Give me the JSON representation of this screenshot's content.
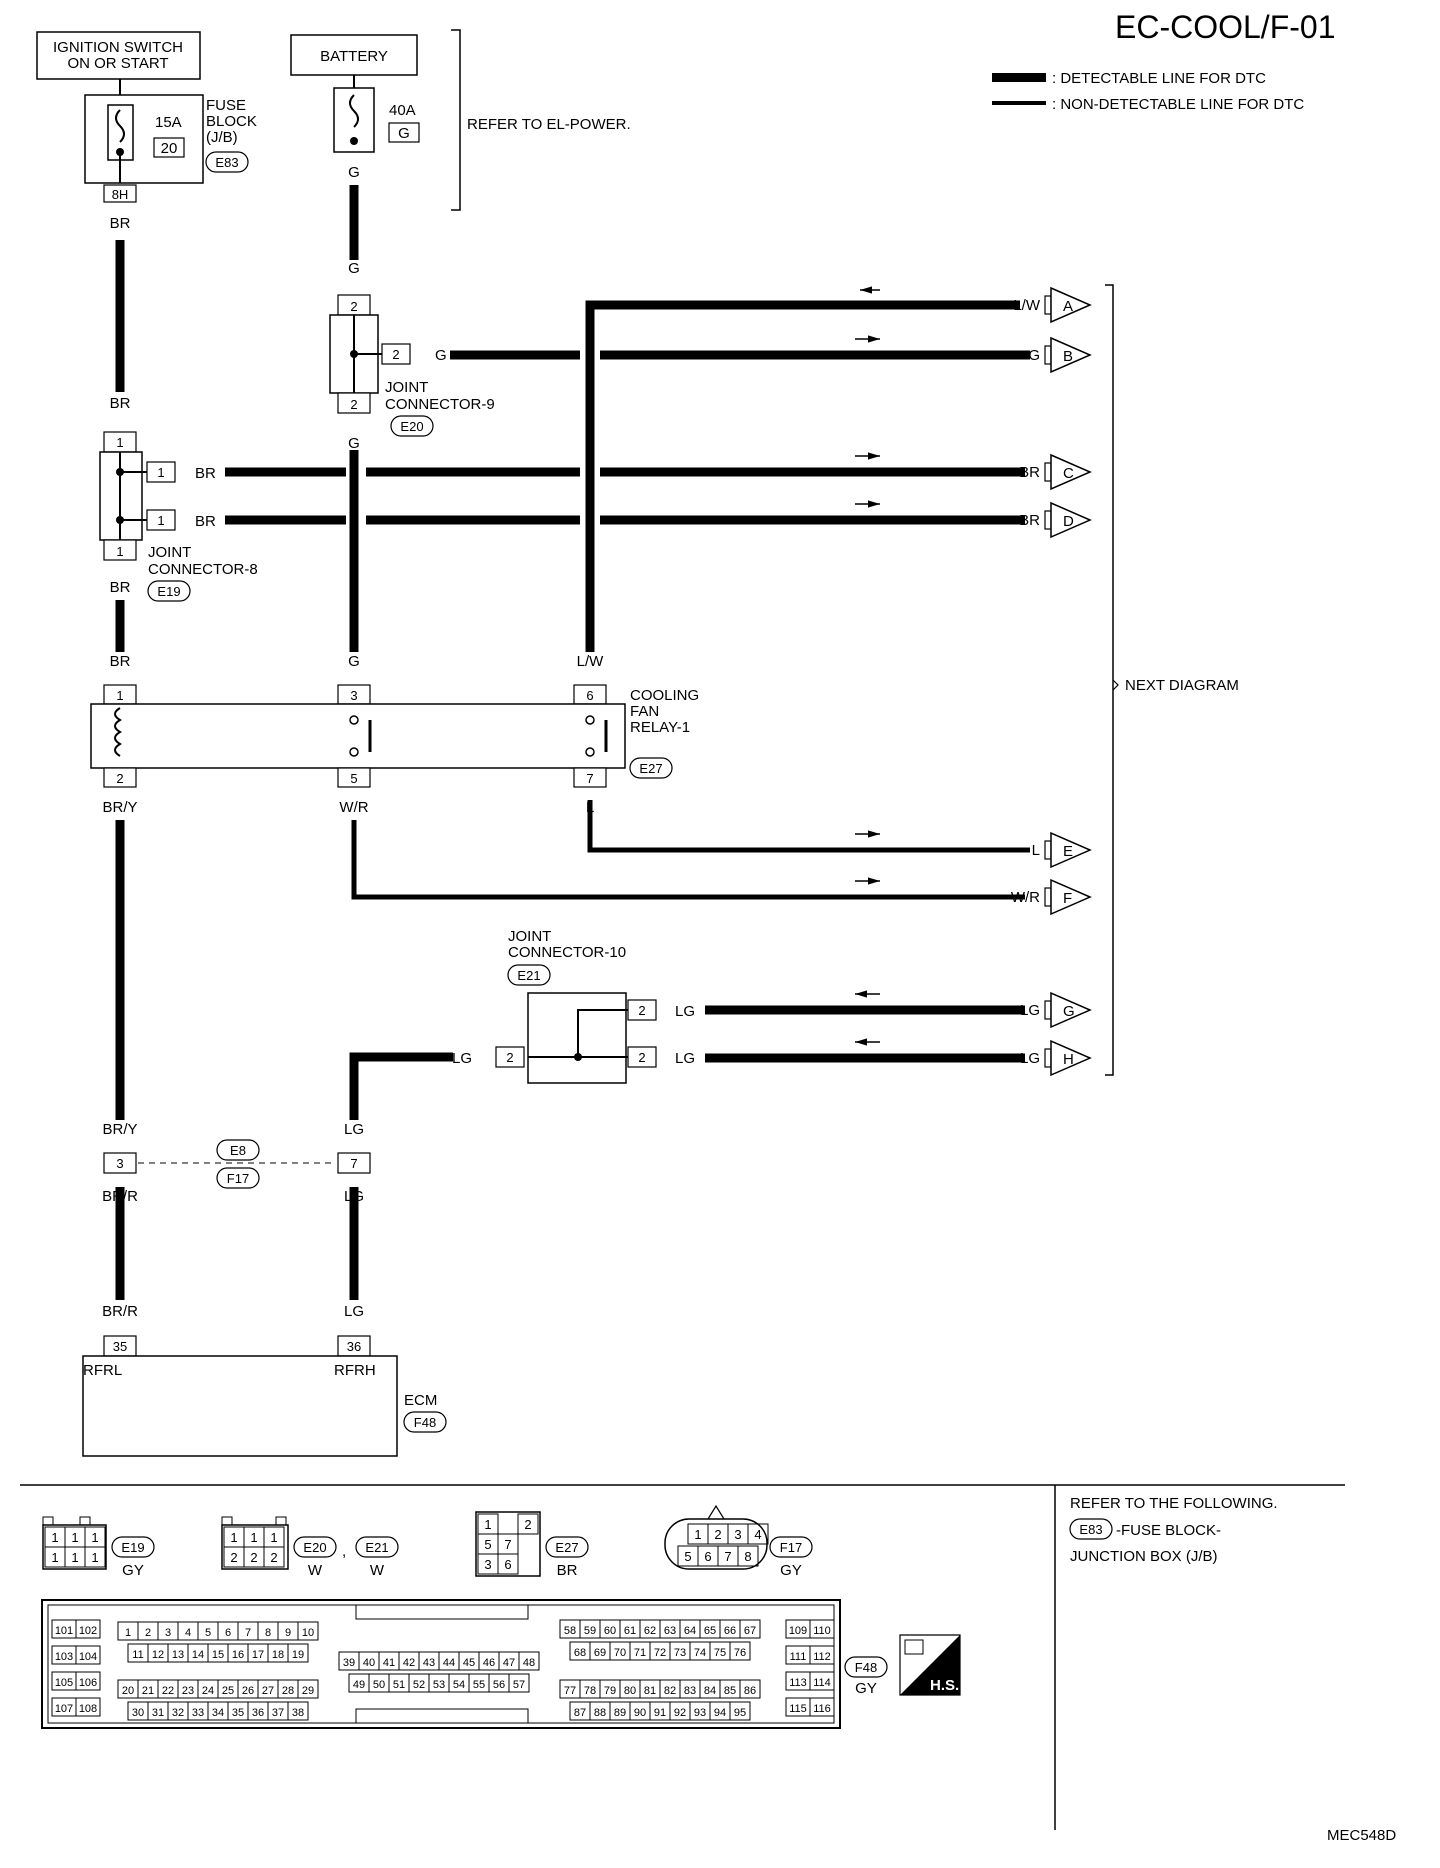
{
  "page_code": "EC-COOL/F-01",
  "figure_id": "MEC548D",
  "legend": {
    "detectable": ": DETECTABLE LINE FOR DTC",
    "non_detectable": ": NON-DETECTABLE LINE FOR DTC"
  },
  "components": {
    "ignition": "IGNITION SWITCH",
    "ignition2": "ON OR START",
    "battery": "BATTERY",
    "fuse15": "15A",
    "fuse15_no": "20",
    "fuse40": "40A",
    "fuse40_id": "G",
    "fuse_block": [
      "FUSE",
      "BLOCK",
      "(J/B)"
    ],
    "fuse_block_conn": "E83",
    "refer_power": "REFER TO EL-POWER.",
    "jc9": [
      "JOINT",
      "CONNECTOR-9"
    ],
    "jc9_conn": "E20",
    "jc8": [
      "JOINT",
      "CONNECTOR-8"
    ],
    "jc8_conn": "E19",
    "relay": [
      "COOLING",
      "FAN",
      "RELAY-1"
    ],
    "relay_conn": "E27",
    "jc10": [
      "JOINT",
      "CONNECTOR-10"
    ],
    "jc10_conn": "E21",
    "ecm": "ECM",
    "ecm_conn": "F48",
    "ecm_pin35": "RFRL",
    "ecm_pin36": "RFRH",
    "inline1": "E8",
    "inline2": "F17",
    "next_diagram": "NEXT DIAGRAM"
  },
  "wire_colors": {
    "br": "BR",
    "g": "G",
    "lw": "L/W",
    "bry": "BR/Y",
    "wr": "W/R",
    "l": "L",
    "lg": "LG",
    "brr": "BR/R"
  },
  "pins": {
    "p8h": "8H",
    "p1": "1",
    "p2": "2",
    "p3": "3",
    "p5": "5",
    "p6": "6",
    "p7": "7",
    "p35": "35",
    "p36": "36"
  },
  "outputs": [
    "A",
    "B",
    "C",
    "D",
    "E",
    "F",
    "G",
    "H"
  ],
  "connector_views": {
    "e19": "E19",
    "e19_color": "GY",
    "e20": "E20",
    "e21": "E21",
    "e20_color": "W",
    "e21_color": "W",
    "e27": "E27",
    "e27_color": "BR",
    "f17": "F17",
    "f17_color": "GY",
    "f48": "F48",
    "f48_color": "GY",
    "hs": "H.S."
  },
  "refer": {
    "heading": "REFER TO THE FOLLOWING.",
    "item_conn": "E83",
    "item_text": "-FUSE BLOCK-",
    "item_text2": "JUNCTION BOX (J/B)"
  }
}
